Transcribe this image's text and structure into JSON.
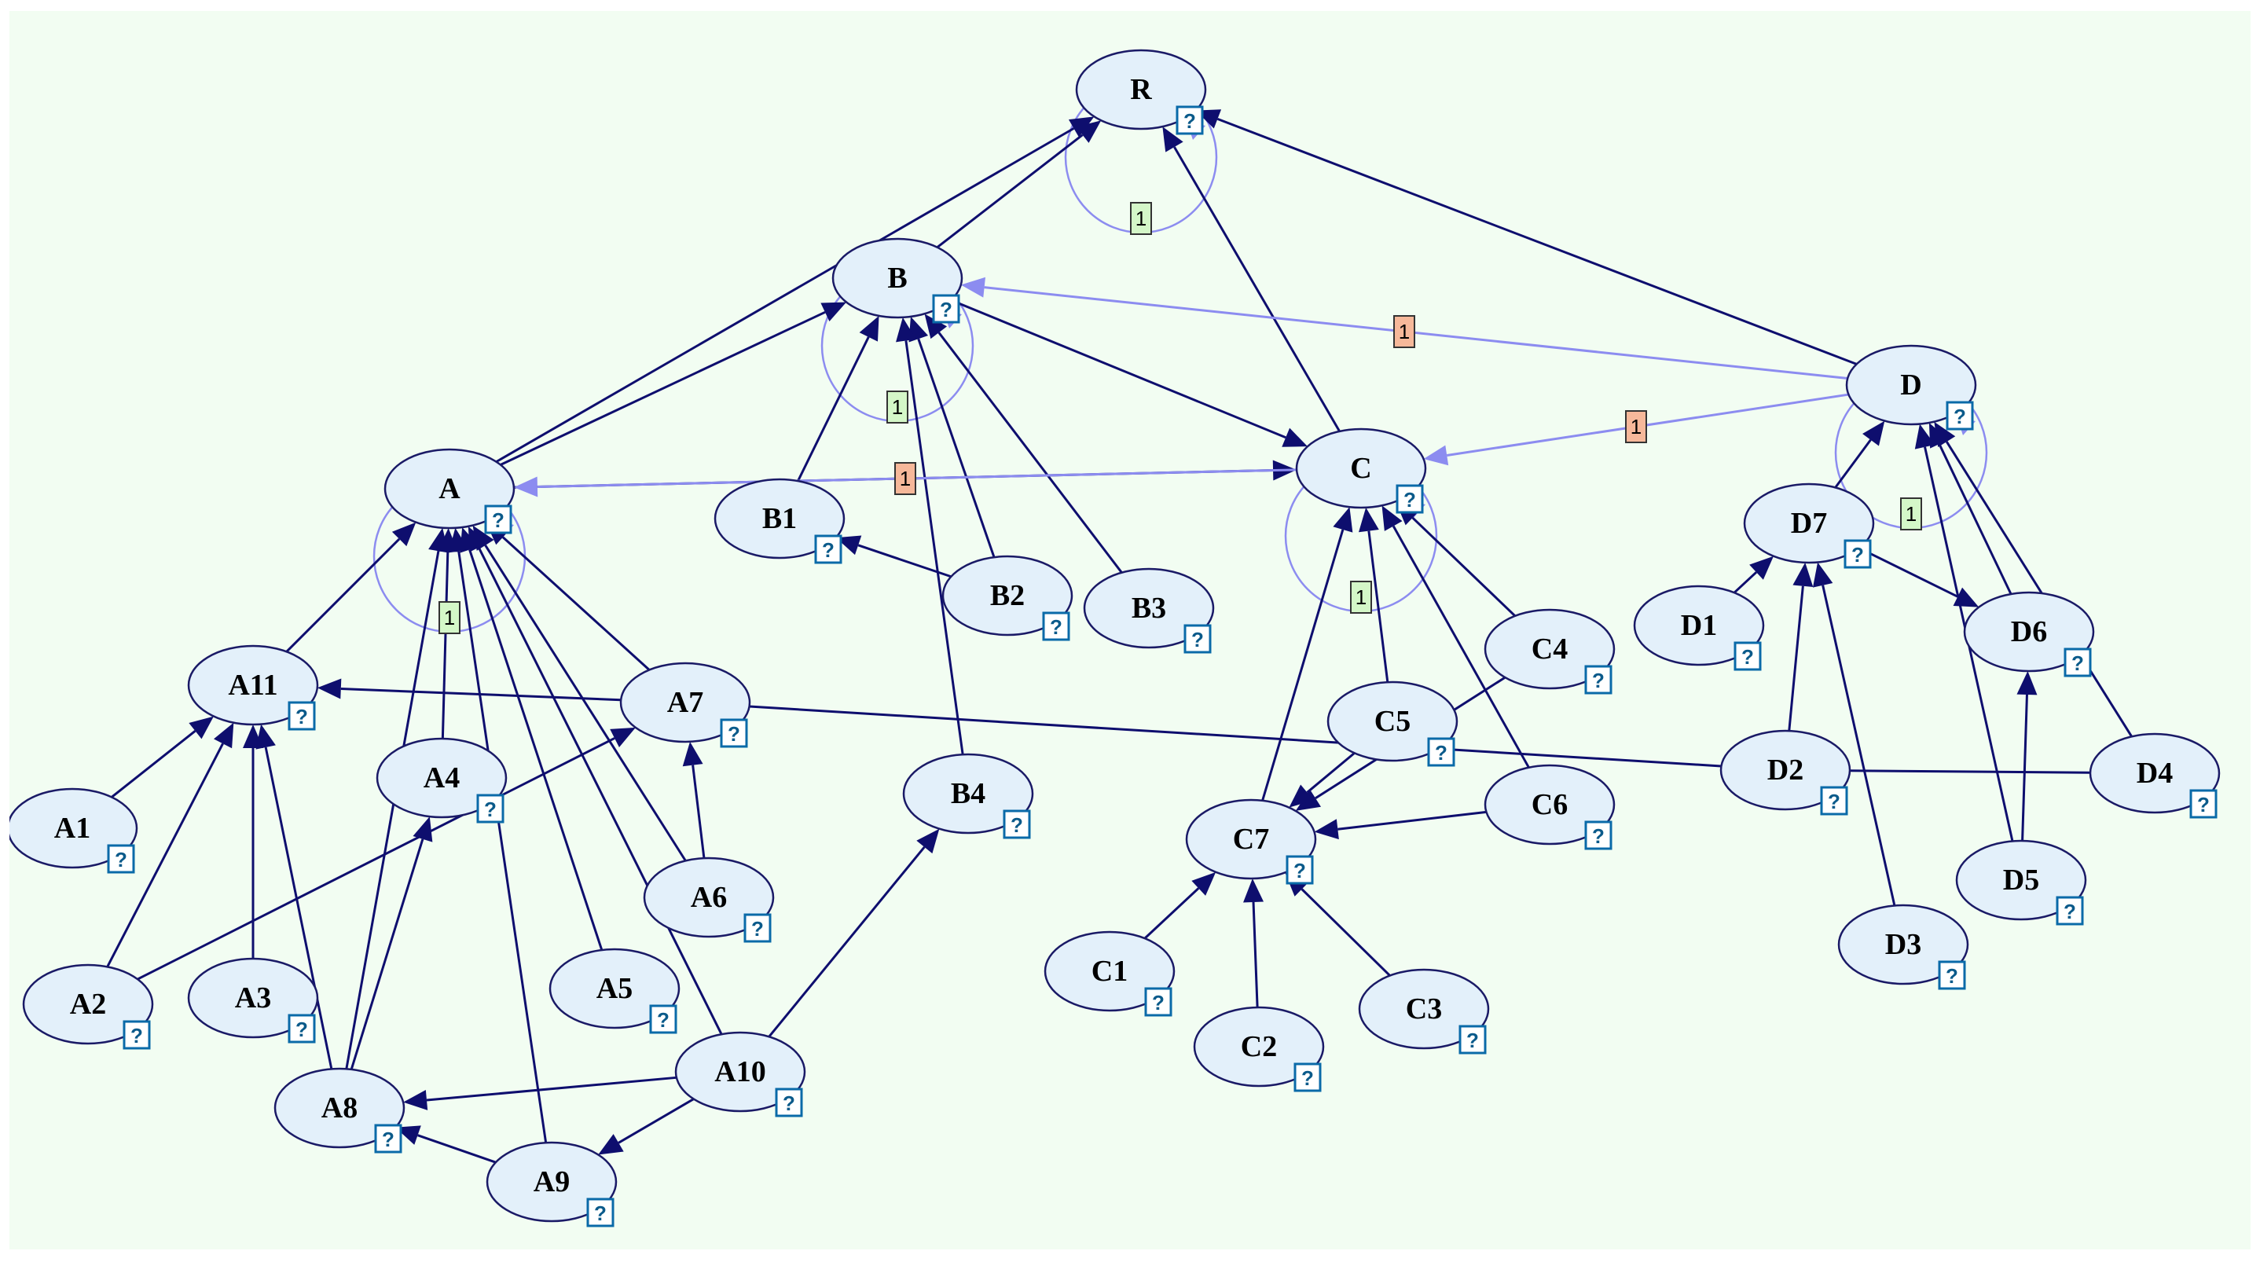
{
  "diagram": {
    "colors": {
      "background": "#f2fdf2",
      "node_fill": "#e3f0fa",
      "node_stroke": "#1a1a66",
      "edge_dark": "#0e0e6e",
      "edge_light": "#8c8cf0",
      "badge_green": "#d4f7c8",
      "badge_orange": "#f6b89a",
      "q_box": "#0a6aa8"
    },
    "question_mark": "?",
    "nodes": [
      {
        "id": "R",
        "label": "R"
      },
      {
        "id": "B",
        "label": "B"
      },
      {
        "id": "A",
        "label": "A"
      },
      {
        "id": "C",
        "label": "C"
      },
      {
        "id": "D",
        "label": "D"
      },
      {
        "id": "B1",
        "label": "B1"
      },
      {
        "id": "B2",
        "label": "B2"
      },
      {
        "id": "B3",
        "label": "B3"
      },
      {
        "id": "B4",
        "label": "B4"
      },
      {
        "id": "A11",
        "label": "A11"
      },
      {
        "id": "A7",
        "label": "A7"
      },
      {
        "id": "A4",
        "label": "A4"
      },
      {
        "id": "A1",
        "label": "A1"
      },
      {
        "id": "A2",
        "label": "A2"
      },
      {
        "id": "A3",
        "label": "A3"
      },
      {
        "id": "A5",
        "label": "A5"
      },
      {
        "id": "A6",
        "label": "A6"
      },
      {
        "id": "A8",
        "label": "A8"
      },
      {
        "id": "A9",
        "label": "A9"
      },
      {
        "id": "A10",
        "label": "A10"
      },
      {
        "id": "C4",
        "label": "C4"
      },
      {
        "id": "C5",
        "label": "C5"
      },
      {
        "id": "C6",
        "label": "C6"
      },
      {
        "id": "C7",
        "label": "C7"
      },
      {
        "id": "C1",
        "label": "C1"
      },
      {
        "id": "C2",
        "label": "C2"
      },
      {
        "id": "C3",
        "label": "C3"
      },
      {
        "id": "D7",
        "label": "D7"
      },
      {
        "id": "D1",
        "label": "D1"
      },
      {
        "id": "D6",
        "label": "D6"
      },
      {
        "id": "D2",
        "label": "D2"
      },
      {
        "id": "D4",
        "label": "D4"
      },
      {
        "id": "D5",
        "label": "D5"
      },
      {
        "id": "D3",
        "label": "D3"
      }
    ],
    "edges": [
      {
        "from": "B",
        "to": "R",
        "style": "dark"
      },
      {
        "from": "A",
        "to": "R",
        "style": "dark"
      },
      {
        "from": "C",
        "to": "R",
        "style": "dark"
      },
      {
        "from": "D",
        "to": "R",
        "style": "dark"
      },
      {
        "from": "A",
        "to": "B",
        "style": "dark"
      },
      {
        "from": "B1",
        "to": "B",
        "style": "dark"
      },
      {
        "from": "B2",
        "to": "B",
        "style": "dark"
      },
      {
        "from": "B3",
        "to": "B",
        "style": "dark"
      },
      {
        "from": "B4",
        "to": "B",
        "style": "dark"
      },
      {
        "from": "B",
        "to": "C",
        "style": "dark"
      },
      {
        "from": "A",
        "to": "C",
        "style": "dark"
      },
      {
        "from": "B2",
        "to": "B1",
        "style": "dark"
      },
      {
        "from": "A11",
        "to": "A",
        "style": "dark"
      },
      {
        "from": "A7",
        "to": "A",
        "style": "dark"
      },
      {
        "from": "A4",
        "to": "A",
        "style": "dark"
      },
      {
        "from": "A6",
        "to": "A",
        "style": "dark"
      },
      {
        "from": "A5",
        "to": "A",
        "style": "dark"
      },
      {
        "from": "A10",
        "to": "A",
        "style": "dark"
      },
      {
        "from": "A8",
        "to": "A",
        "style": "dark"
      },
      {
        "from": "A9",
        "to": "A",
        "style": "dark"
      },
      {
        "from": "A7",
        "to": "A11",
        "style": "dark"
      },
      {
        "from": "A1",
        "to": "A11",
        "style": "dark"
      },
      {
        "from": "A2",
        "to": "A11",
        "style": "dark"
      },
      {
        "from": "A3",
        "to": "A11",
        "style": "dark"
      },
      {
        "from": "A8",
        "to": "A11",
        "style": "dark"
      },
      {
        "from": "A2",
        "to": "A7",
        "style": "dark"
      },
      {
        "from": "A6",
        "to": "A7",
        "style": "dark"
      },
      {
        "from": "A8",
        "to": "A4",
        "style": "dark"
      },
      {
        "from": "A10",
        "to": "A8",
        "style": "dark"
      },
      {
        "from": "A9",
        "to": "A8",
        "style": "dark"
      },
      {
        "from": "A10",
        "to": "A9",
        "style": "dark"
      },
      {
        "from": "A10",
        "to": "B4",
        "style": "dark"
      },
      {
        "from": "C4",
        "to": "C",
        "style": "dark"
      },
      {
        "from": "C5",
        "to": "C",
        "style": "dark"
      },
      {
        "from": "C6",
        "to": "C",
        "style": "dark"
      },
      {
        "from": "C7",
        "to": "C",
        "style": "dark"
      },
      {
        "from": "C4",
        "to": "C7",
        "style": "dark"
      },
      {
        "from": "C5",
        "to": "C7",
        "style": "dark"
      },
      {
        "from": "C6",
        "to": "C7",
        "style": "dark"
      },
      {
        "from": "C1",
        "to": "C7",
        "style": "dark"
      },
      {
        "from": "C2",
        "to": "C7",
        "style": "dark"
      },
      {
        "from": "C3",
        "to": "C7",
        "style": "dark"
      },
      {
        "from": "D7",
        "to": "D",
        "style": "dark"
      },
      {
        "from": "D6",
        "to": "D",
        "style": "dark"
      },
      {
        "from": "D5",
        "to": "D",
        "style": "dark"
      },
      {
        "from": "D4",
        "to": "D",
        "style": "dark"
      },
      {
        "from": "D1",
        "to": "D7",
        "style": "dark"
      },
      {
        "from": "D2",
        "to": "D7",
        "style": "dark"
      },
      {
        "from": "D3",
        "to": "D7",
        "style": "dark"
      },
      {
        "from": "D7",
        "to": "D6",
        "style": "dark"
      },
      {
        "from": "D5",
        "to": "D6",
        "style": "dark"
      },
      {
        "from": "D",
        "to": "B",
        "style": "light"
      },
      {
        "from": "D",
        "to": "C",
        "style": "light"
      },
      {
        "from": "C",
        "to": "A",
        "style": "light"
      }
    ],
    "edge_plain_lines": [
      {
        "from": "A7",
        "to": "D2",
        "style": "dark"
      },
      {
        "from": "D2",
        "to": "D4",
        "style": "dark"
      }
    ],
    "self_loops": [
      {
        "node": "R",
        "label": "1"
      },
      {
        "node": "B",
        "label": "1"
      },
      {
        "node": "A",
        "label": "1"
      },
      {
        "node": "C",
        "label": "1"
      },
      {
        "node": "D",
        "label": "1"
      }
    ],
    "edge_badges": [
      {
        "edge": "D-B",
        "label": "1",
        "color": "orange"
      },
      {
        "edge": "D-C",
        "label": "1",
        "color": "orange"
      },
      {
        "edge": "C-A",
        "label": "1",
        "color": "orange"
      }
    ]
  }
}
